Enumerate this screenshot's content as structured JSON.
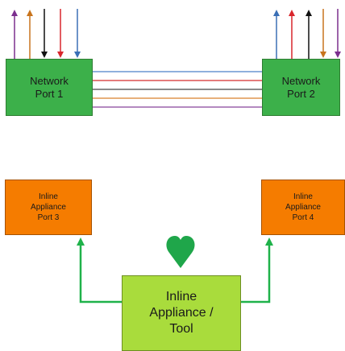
{
  "network_port_1": {
    "label": "Network\nPort 1"
  },
  "network_port_2": {
    "label": "Network\nPort 2"
  },
  "inline_appliance_port_3": {
    "label": "Inline\nAppliance\nPort 3"
  },
  "inline_appliance_port_4": {
    "label": "Inline\nAppliance\nPort 4"
  },
  "inline_tool": {
    "label": "Inline\nAppliance /\nTool"
  },
  "colors": {
    "network_port": "#3cb04a",
    "appliance_port": "#f57c00",
    "tool": "#a9dc3c",
    "tool_link": "#1fb24a",
    "heart": "#1fa64a",
    "purple": "#7b2f8e",
    "orange": "#c8741d",
    "black": "#111111",
    "red": "#d9262c",
    "blue": "#3a6fb6"
  },
  "icons": {
    "heart": "heart-icon"
  }
}
